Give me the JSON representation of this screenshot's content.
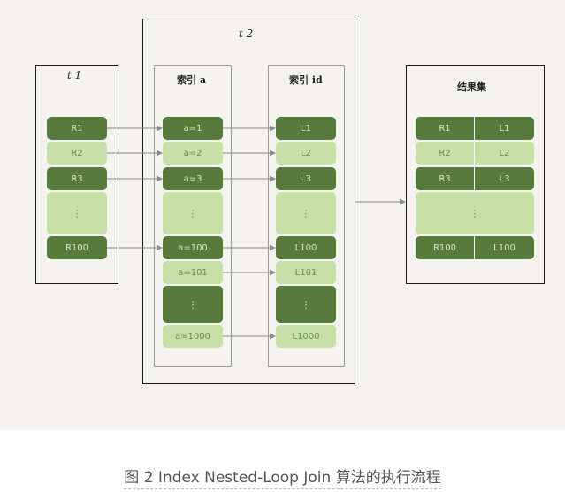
{
  "t1": {
    "title": "t 1",
    "rows": [
      "R1",
      "R2",
      "R3",
      "⋮",
      "R100"
    ]
  },
  "t2": {
    "title": "t 2",
    "index_a": {
      "title": "索引 a",
      "rows": [
        "a=1",
        "a=2",
        "a=3",
        "⋮",
        "a=100",
        "a=101",
        "⋮",
        "a=1000"
      ]
    },
    "index_id": {
      "title": "索引 id",
      "rows": [
        "L1",
        "L2",
        "L3",
        "⋮",
        "L100",
        "L101",
        "⋮",
        "L1000"
      ]
    }
  },
  "result": {
    "title": "结果集",
    "left": [
      "R1",
      "R2",
      "R3",
      "R100"
    ],
    "right": [
      "L1",
      "L2",
      "L3",
      "L100"
    ],
    "dots": "⋮"
  },
  "caption": "图 2 Index Nested-Loop Join 算法的执行流程",
  "colors": {
    "dark": "#567b3a",
    "light": "#c6e0a8",
    "line": "#8a8a8a"
  }
}
